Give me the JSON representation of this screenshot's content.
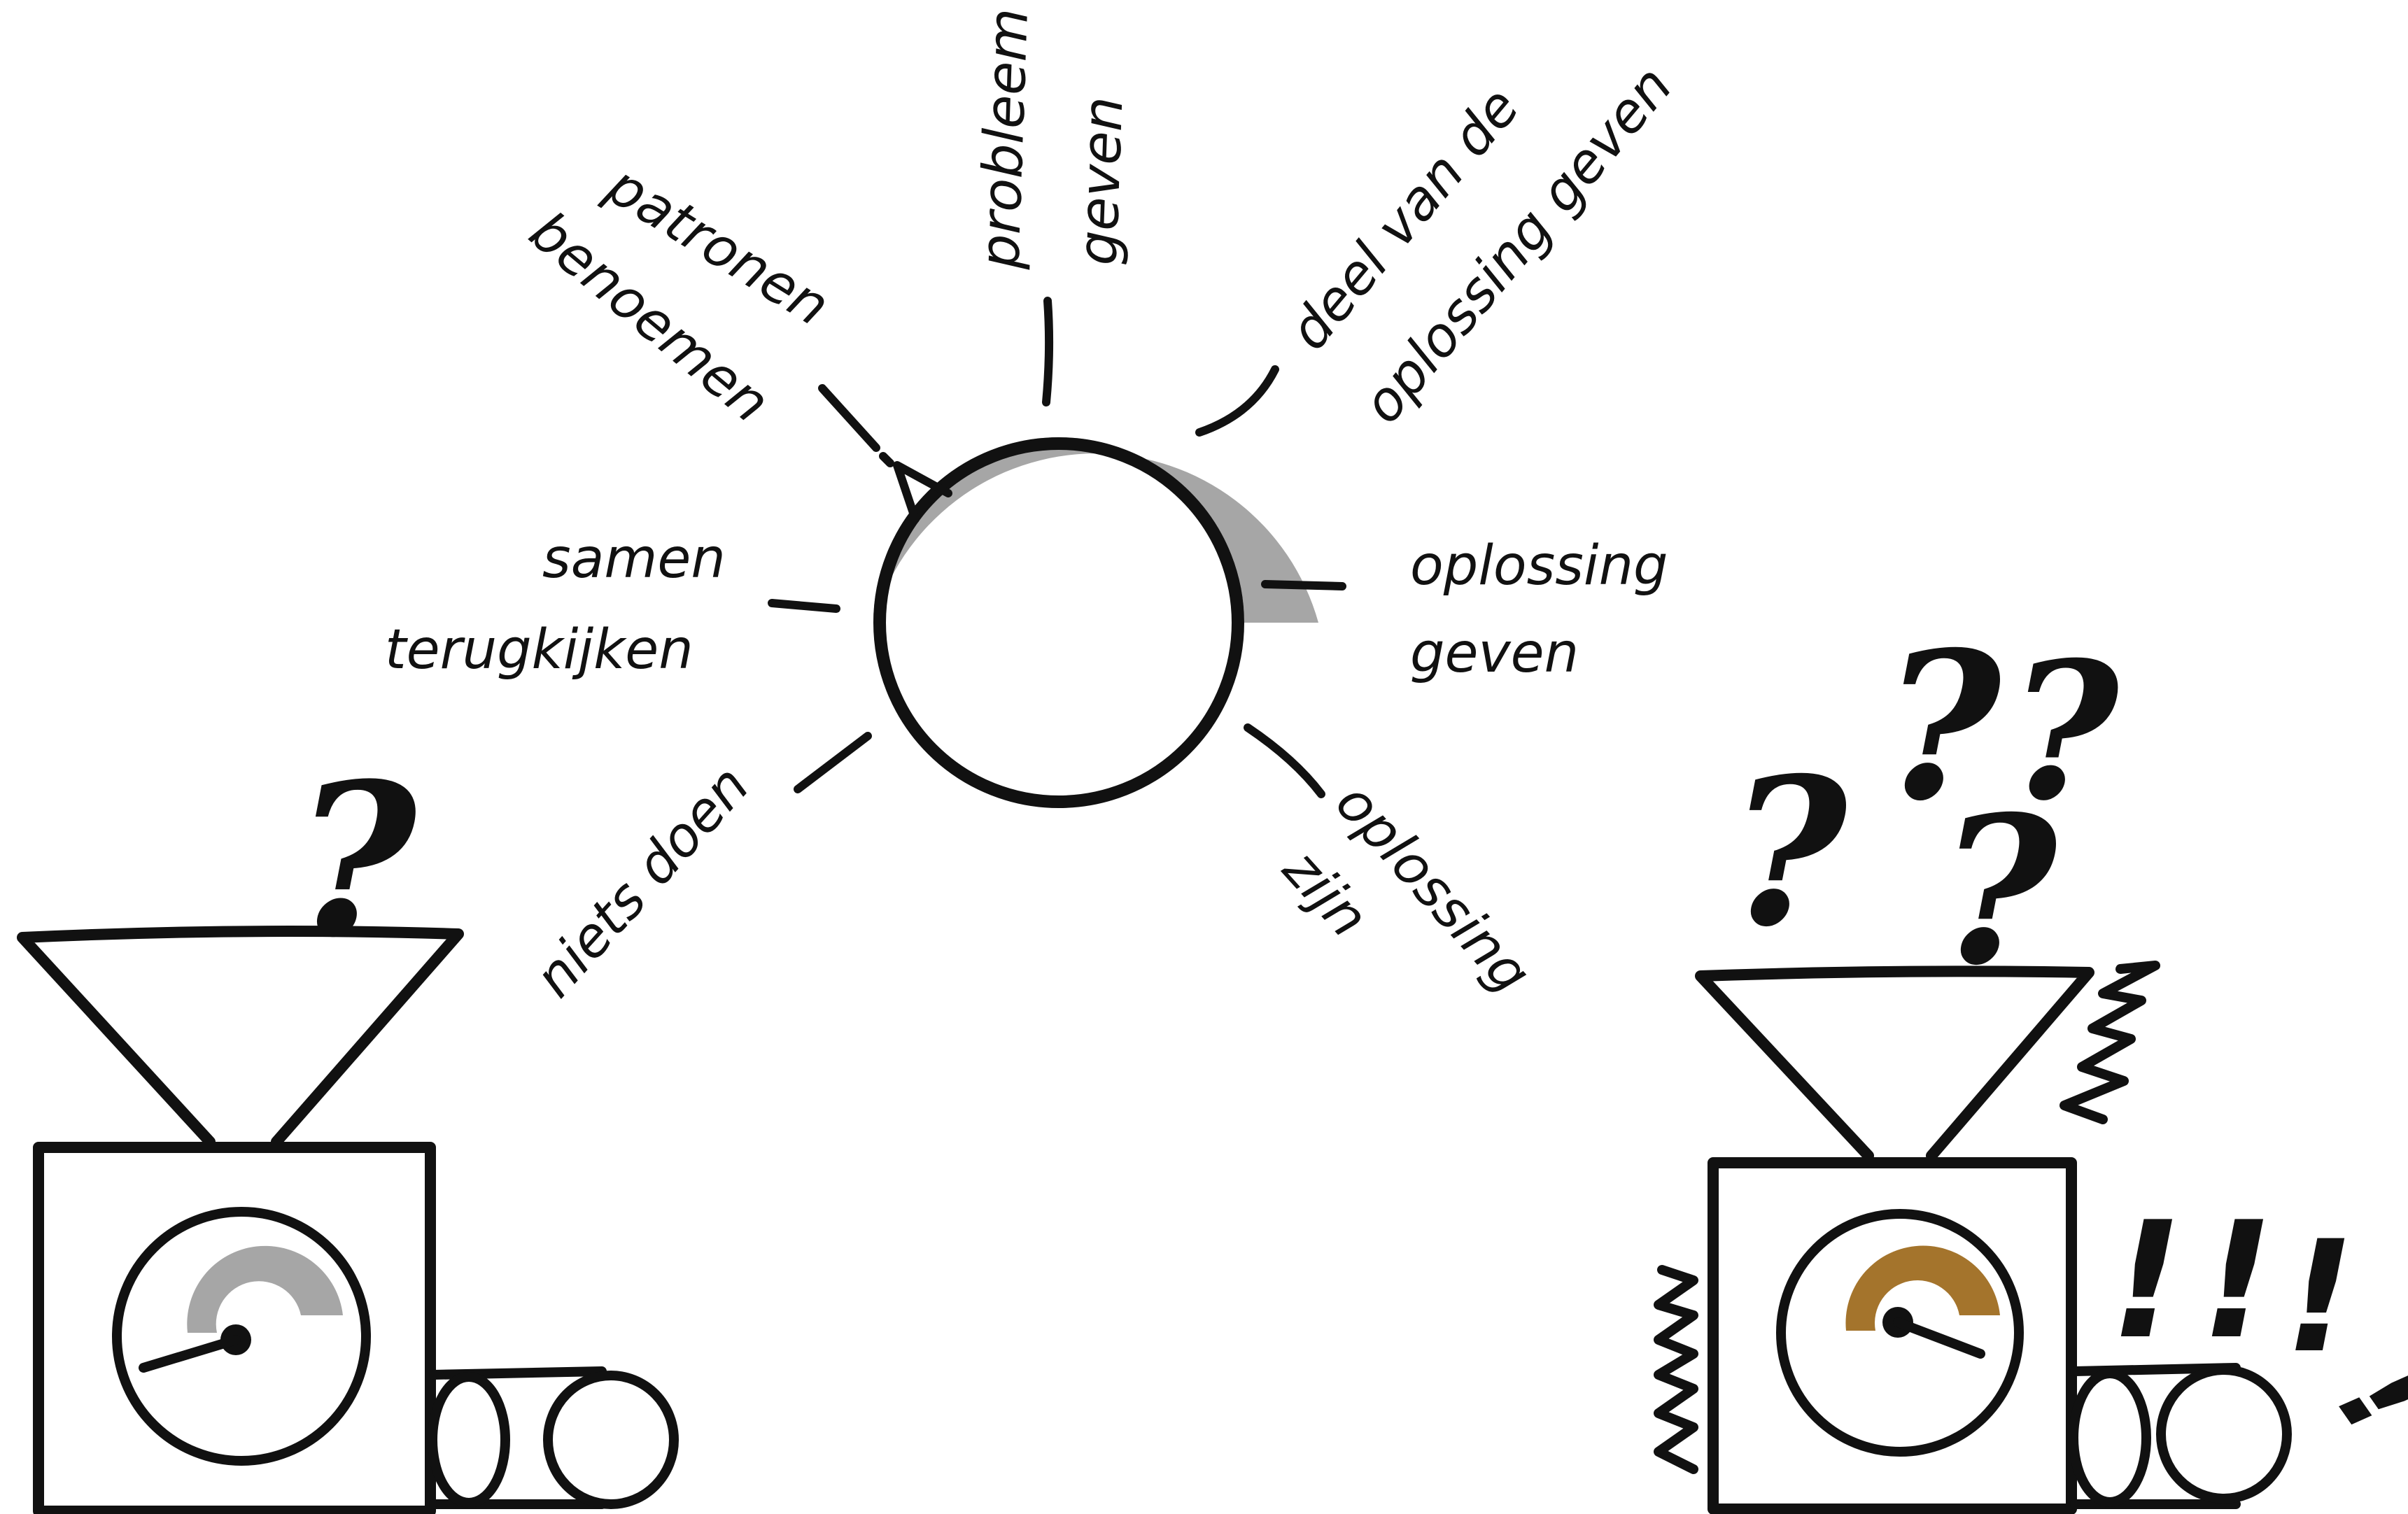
{
  "diagram": {
    "labels": {
      "patronen_benoemen": [
        "patronen",
        "benoemen"
      ],
      "probleem_geven": [
        "probleem",
        "geven"
      ],
      "deel_van_de_oplossing_geven": [
        "deel van de",
        "oplossing geven"
      ],
      "samen_terugkijken": [
        "samen",
        "terugkijken"
      ],
      "oplossing_geven": [
        "oplossing",
        "geven"
      ],
      "niets_doen": [
        "niets doen"
      ],
      "oplossing_zijn": [
        "oplossing",
        "zijn"
      ]
    },
    "dial_highlight_color": "#a6a6a6",
    "left_machine": {
      "symbol": "?",
      "gauge_fill": "#ffffff",
      "gauge_arc_color": "#a6a6a6"
    },
    "right_machine": {
      "symbols_question": [
        "?",
        "?",
        "?",
        "?"
      ],
      "symbols_exclamation": [
        "!",
        "!",
        "!",
        "!"
      ],
      "gauge_fill": "#f0ad45",
      "gauge_arc_color": "#a4742c"
    },
    "ink_color": "#111111"
  }
}
